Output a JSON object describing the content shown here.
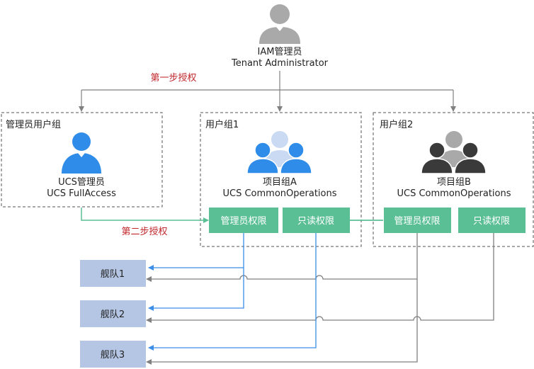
{
  "admin": {
    "line1": "IAM管理员",
    "line2": "Tenant Administrator"
  },
  "step1": "第一步授权",
  "step2": "第二步授权",
  "groups": {
    "admin_group": {
      "title": "管理员用户组",
      "name": "UCS管理员",
      "policy": "UCS FullAccess"
    },
    "group1": {
      "title": "用户组1",
      "name": "项目组A",
      "policy": "UCS CommonOperations"
    },
    "group2": {
      "title": "用户组2",
      "name": "项目组B",
      "policy": "UCS CommonOperations"
    }
  },
  "permissions": {
    "admin": "管理员权限",
    "readonly": "只读权限"
  },
  "fleets": [
    "舰队1",
    "舰队2",
    "舰队3"
  ],
  "colors": {
    "green": "#5bbf96",
    "blue": "#3a8ee6",
    "gray": "#808080",
    "fleet": "#b4c6e3",
    "step_text": "#c0282d",
    "person_gray": "#a9a9a9",
    "person_blue": "#2f8ce8",
    "person_light": "#c9daf2",
    "person_dark": "#3a3a3a"
  }
}
